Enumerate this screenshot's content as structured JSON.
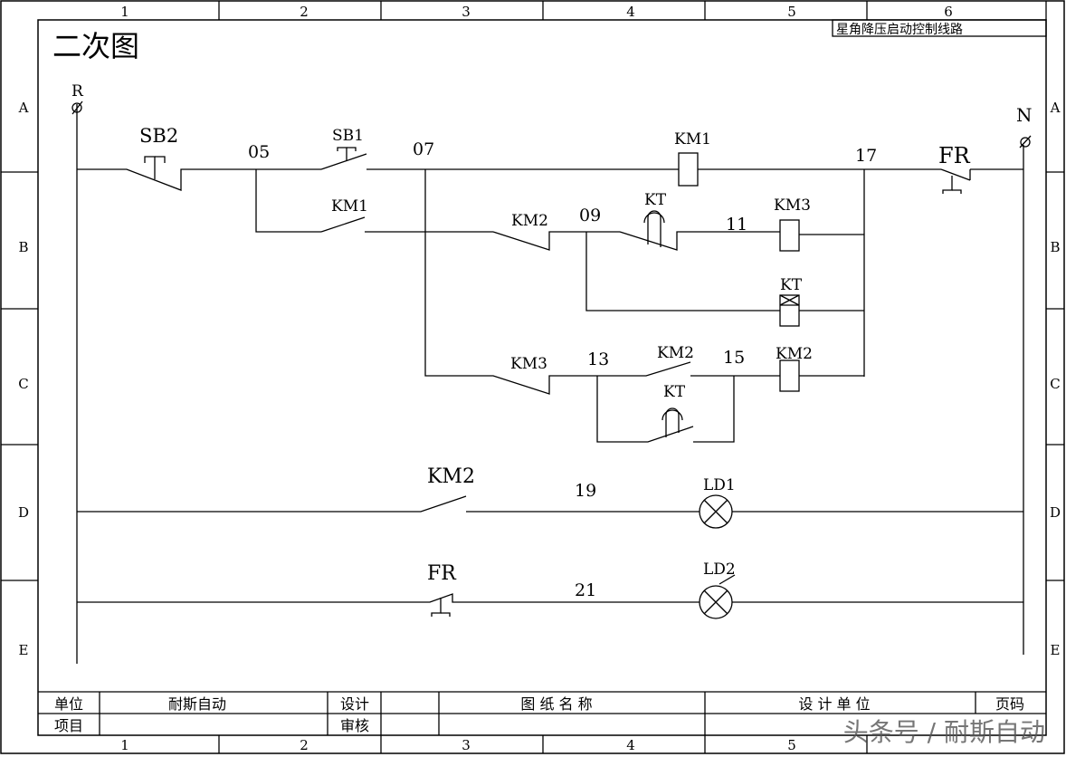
{
  "sheet": {
    "title": "二次图",
    "drawing_name": "星角降压启动控制线路",
    "columns": [
      "1",
      "2",
      "3",
      "4",
      "5",
      "6"
    ],
    "rows": [
      "A",
      "B",
      "C",
      "D",
      "E"
    ]
  },
  "rails": {
    "left": "R",
    "right": "N"
  },
  "components": {
    "sb2": "SB2",
    "sb1": "SB1",
    "km1_coil": "KM1",
    "km1_contact": "KM1",
    "km2_nc": "KM2",
    "kt_nc": "KT",
    "km3_coil": "KM3",
    "kt_coil": "KT",
    "km3_nc": "KM3",
    "km2_no": "KM2",
    "kt_no": "KT",
    "km2_coil": "KM2",
    "fr_nc": "FR",
    "km2_lamp": "KM2",
    "fr_lamp": "FR",
    "ld1": "LD1",
    "ld2": "LD2"
  },
  "nodes": {
    "n05": "05",
    "n07": "07",
    "n09": "09",
    "n11": "11",
    "n13": "13",
    "n15": "15",
    "n17": "17",
    "n19": "19",
    "n21": "21"
  },
  "title_block": {
    "unit_label": "单位",
    "unit_value": "耐斯自动",
    "design_label": "设计",
    "drawing_name_label": "图 纸 名 称",
    "design_unit_label": "设 计 单 位",
    "page_label": "页码",
    "project_label": "项目",
    "review_label": "审核"
  },
  "watermark": "头条号 / 耐斯自动"
}
